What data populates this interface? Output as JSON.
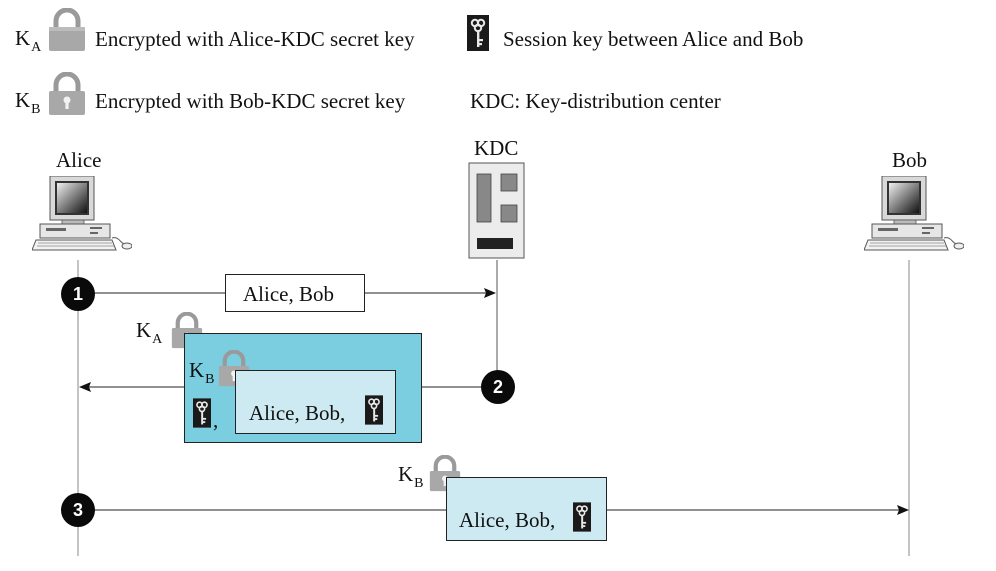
{
  "legend": {
    "ka_letter": "K",
    "ka_sub": "A",
    "ka_text": "Encrypted with Alice-KDC secret key",
    "kb_letter": "K",
    "kb_sub": "B",
    "kb_text": "Encrypted with Bob-KDC secret key",
    "session_text": "Session key between Alice and Bob",
    "kdc_text": "KDC: Key-distribution center"
  },
  "parties": {
    "alice": "Alice",
    "kdc": "KDC",
    "bob": "Bob"
  },
  "steps": {
    "s1": "1",
    "s2": "2",
    "s3": "3"
  },
  "messages": {
    "m1": "Alice, Bob",
    "m2_inner": "Alice, Bob,",
    "m2_comma": ",",
    "m3": "Alice, Bob,",
    "m2_outer_key_letter": "K",
    "m2_outer_key_sub": "A",
    "m2_inner_key_letter": "K",
    "m2_inner_key_sub": "B",
    "m3_key_letter": "K",
    "m3_key_sub": "B"
  },
  "colors": {
    "outer_box": "#7bcde0",
    "inner_box": "#cdeaf3",
    "lock": "#a6a6a6",
    "key_bg": "#1a1a1a"
  }
}
